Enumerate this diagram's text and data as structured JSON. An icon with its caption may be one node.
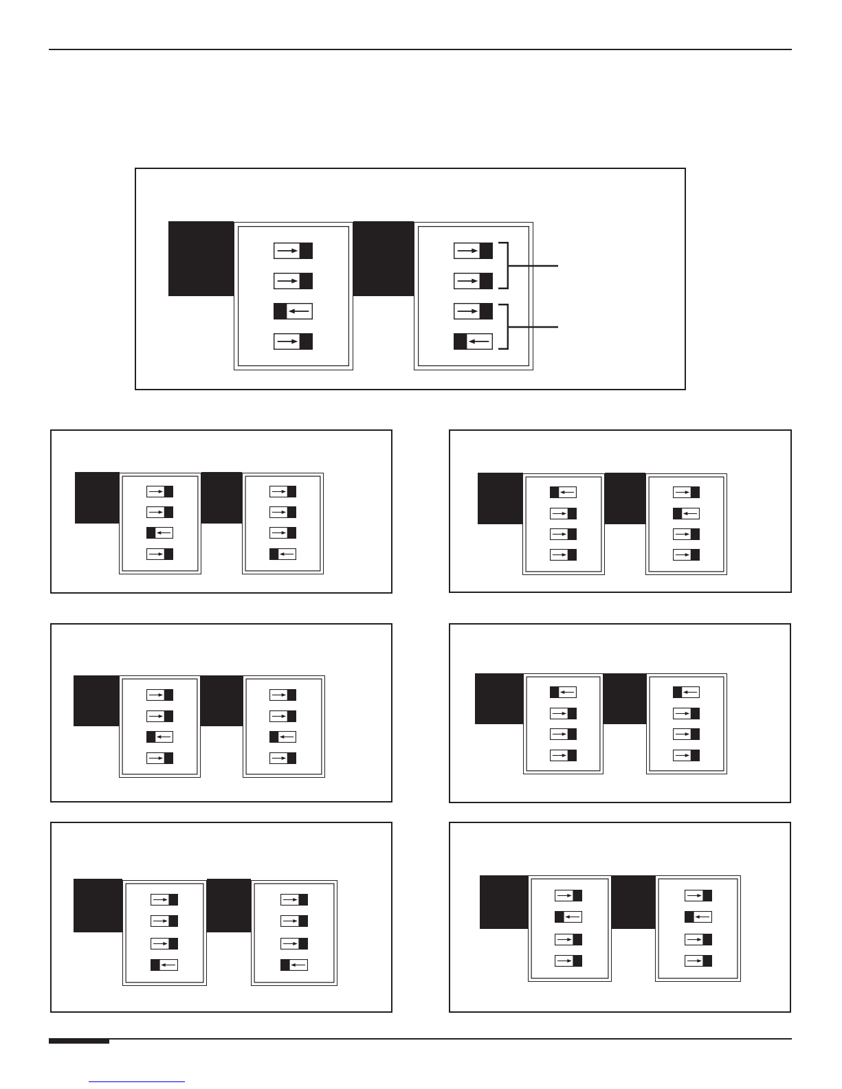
{
  "diagram": {
    "nodes": [
      {
        "text": [],
        "shape": "box"
      },
      {
        "text": [],
        "shape": "box",
        "in": 0
      },
      {
        "text": [],
        "shape": "box",
        "in": 0
      },
      {
        "text": [],
        "shape": "box",
        "in": 0
      },
      {
        "text": [],
        "shape": "box",
        "in": 0
      },
      {
        "text": [],
        "shape": "box"
      },
      {
        "text": [],
        "shape": "box",
        "in": 5
      },
      {
        "text": [],
        "shape": "box",
        "in": 5
      },
      {
        "text": [],
        "shape": "box",
        "in": 5
      },
      {
        "text": [],
        "shape": "box",
        "in": 5
      },
      {
        "text": [],
        "shape": "box"
      },
      {
        "text": [],
        "shape": "box",
        "in": 10
      },
      {
        "text": [],
        "shape": "box",
        "in": 10
      },
      {
        "text": [],
        "shape": "box",
        "in": 10
      },
      {
        "text": [],
        "shape": "box",
        "in": 10
      },
      {
        "text": [],
        "shape": "box"
      },
      {
        "text": [],
        "shape": "box",
        "in": 15
      },
      {
        "text": [],
        "shape": "box",
        "in": 15
      },
      {
        "text": [],
        "shape": "box",
        "in": 15
      },
      {
        "text": [],
        "shape": "box",
        "in": 15
      },
      {
        "text": [],
        "shape": "box"
      },
      {
        "text": [],
        "shape": "box",
        "in": 20
      },
      {
        "text": [],
        "shape": "box",
        "in": 20
      },
      {
        "text": [],
        "shape": "box",
        "in": 20
      },
      {
        "text": [],
        "shape": "box",
        "in": 20
      },
      {
        "text": [],
        "shape": "box"
      },
      {
        "text": [],
        "shape": "box",
        "in": 25
      },
      {
        "text": [],
        "shape": "box",
        "in": 25
      },
      {
        "text": [],
        "shape": "box",
        "in": 25
      },
      {
        "text": [],
        "shape": "box",
        "in": 25
      },
      {
        "text": [],
        "shape": "box"
      },
      {
        "text": [],
        "shape": "box",
        "in": 30
      },
      {
        "text": [],
        "shape": "box",
        "in": 30
      },
      {
        "text": [],
        "shape": "box",
        "in": 30
      },
      {
        "text": [],
        "shape": "box",
        "in": 30
      }
    ]
  }
}
